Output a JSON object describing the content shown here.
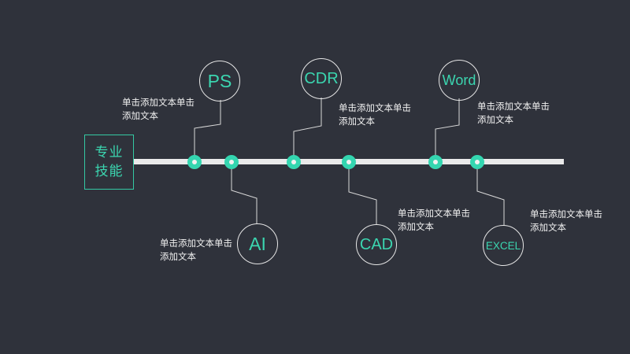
{
  "title": "专业技能",
  "skills": [
    {
      "id": "ps",
      "label": "PS",
      "note": "单击添加文本单击添加文本"
    },
    {
      "id": "ai",
      "label": "AI",
      "note": "单击添加文本单击添加文本"
    },
    {
      "id": "cdr",
      "label": "CDR",
      "note": "单击添加文本单击添加文本"
    },
    {
      "id": "cad",
      "label": "CAD",
      "note": "单击添加文本单击添加文本"
    },
    {
      "id": "word",
      "label": "Word",
      "note": "单击添加文本单击添加文本"
    },
    {
      "id": "excel",
      "label": "EXCEL",
      "note": "单击添加文本单击添加文本"
    }
  ],
  "colors": {
    "background": "#2f323b",
    "accent": "#34d6b0",
    "line": "#eaeaea",
    "text": "#f0f0f0"
  }
}
